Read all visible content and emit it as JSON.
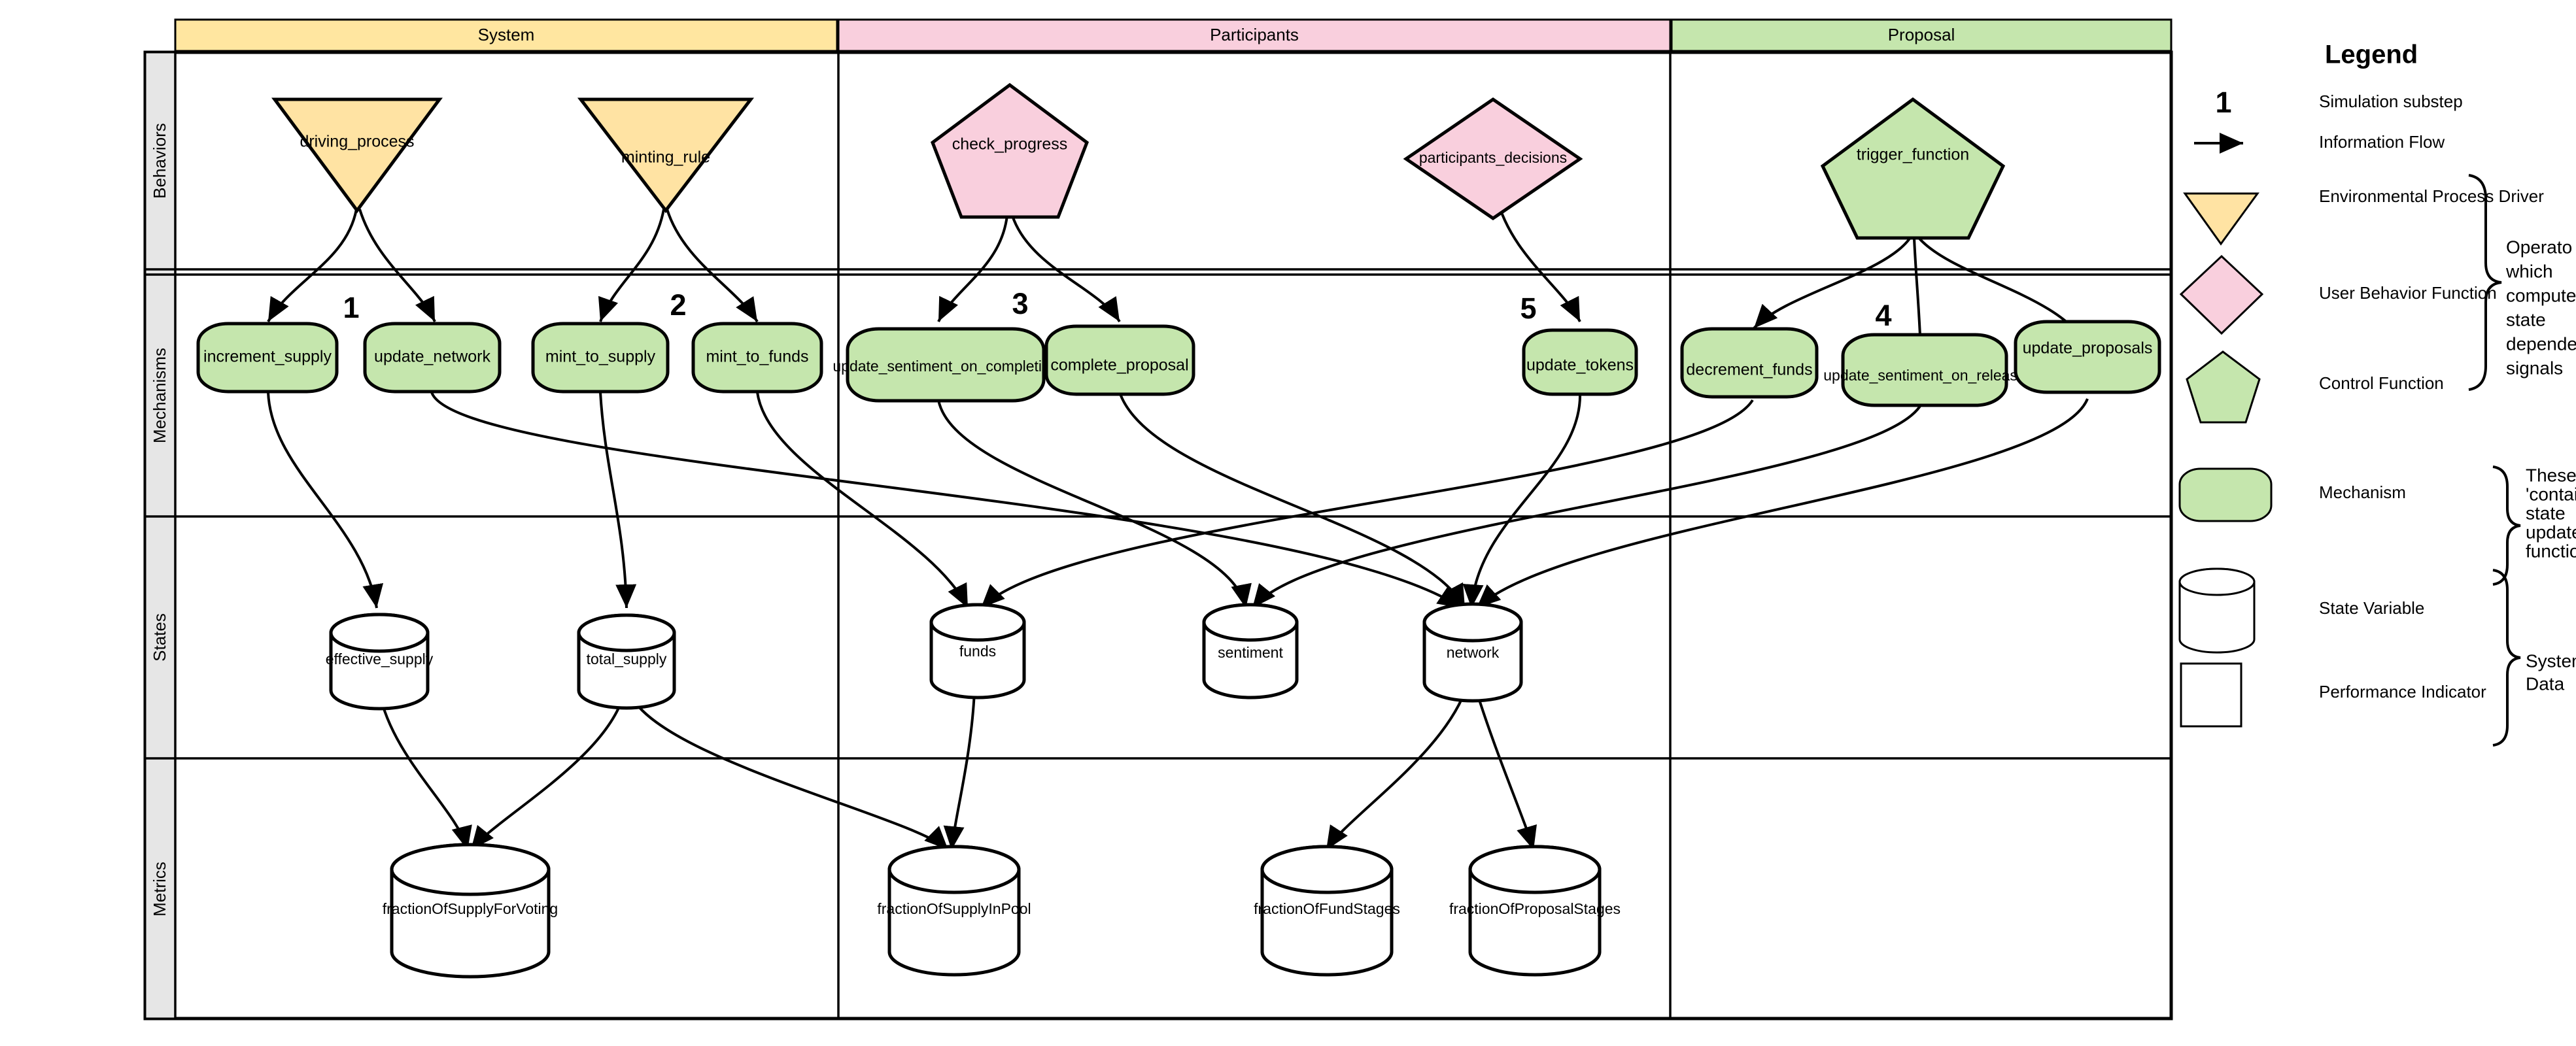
{
  "diagram": {
    "title": "Legend",
    "row_labels": [
      "Behaviors",
      "Mechanisms",
      "States",
      "Metrics"
    ],
    "lanes": [
      {
        "label": "System",
        "color": "#ffe6a0"
      },
      {
        "label": "Participants",
        "color": "#f9cfdd"
      },
      {
        "label": "Proposal",
        "color": "#c5e6ad"
      }
    ],
    "step_numbers": [
      "1",
      "2",
      "3",
      "4",
      "5"
    ],
    "behaviors": [
      {
        "label": "driving_process",
        "shape": "triangle-down",
        "color": "#ffe3a3"
      },
      {
        "label": "minting_rule",
        "shape": "triangle-down",
        "color": "#ffe3a3"
      },
      {
        "label": "check_progress",
        "shape": "pentagon",
        "color": "#f9cfdd"
      },
      {
        "label": "participants_decisions",
        "shape": "diamond",
        "color": "#f9cfdd"
      },
      {
        "label": "trigger_function",
        "shape": "pentagon",
        "color": "#c5e6ad"
      }
    ],
    "mechanisms": [
      {
        "label": "increment_supply"
      },
      {
        "label": "update_network"
      },
      {
        "label": "mint_to_supply"
      },
      {
        "label": "mint_to_funds"
      },
      {
        "label": "update_sentiment_on_completion"
      },
      {
        "label": "complete_proposal"
      },
      {
        "label": "update_tokens"
      },
      {
        "label": "decrement_funds"
      },
      {
        "label": "update_sentiment_on_release"
      },
      {
        "label": "update_proposals"
      }
    ],
    "states": [
      {
        "label": "effective_supply"
      },
      {
        "label": "total_supply"
      },
      {
        "label": "funds"
      },
      {
        "label": "sentiment"
      },
      {
        "label": "network"
      }
    ],
    "metrics": [
      {
        "label": "fractionOfSupplyForVoting"
      },
      {
        "label": "fractionOfSupplyInPool"
      },
      {
        "label": "fractionOfFundStages"
      },
      {
        "label": "fractionOfProposalStages"
      }
    ]
  },
  "legend": {
    "title": "Legend",
    "items": [
      {
        "key": "substep",
        "symbol": "1",
        "label": "Simulation substep"
      },
      {
        "key": "flow",
        "symbol": "arrow",
        "label": "Information Flow"
      },
      {
        "key": "epd",
        "symbol": "triangle-down",
        "label": "Environmental Process Driver"
      },
      {
        "key": "ubf",
        "symbol": "diamond",
        "label": "User Behavior Function"
      },
      {
        "key": "cf",
        "symbol": "pentagon",
        "label": "Control Function"
      },
      {
        "key": "mech",
        "symbol": "rounded-rect",
        "label": "Mechanism"
      },
      {
        "key": "state",
        "symbol": "cylinder",
        "label": "State Variable"
      },
      {
        "key": "kpi",
        "symbol": "square",
        "label": "Performance Indicator"
      }
    ],
    "brace_notes": [
      {
        "key": "operators",
        "text": "Operators which computes state dependent signals"
      },
      {
        "key": "mechanisms",
        "text": "These 'contain' state update functions"
      },
      {
        "key": "system_data",
        "text": "System Data"
      }
    ],
    "brace_note_lines": {
      "operators": [
        "Operato",
        "which",
        "compute",
        "state",
        "depende",
        "signals"
      ],
      "mechanisms": [
        "These",
        "'contain'",
        "state",
        "update",
        "functions"
      ],
      "system_data": [
        "System",
        "Data"
      ]
    }
  },
  "colors": {
    "system": "#ffe6a0",
    "participants": "#f9cfdd",
    "proposal": "#c5e6ad",
    "mechanism": "#c5e6ad",
    "behavior_yellow": "#ffe3a3",
    "row_label_bg": "#e6e6e6",
    "stroke": "#000000"
  }
}
